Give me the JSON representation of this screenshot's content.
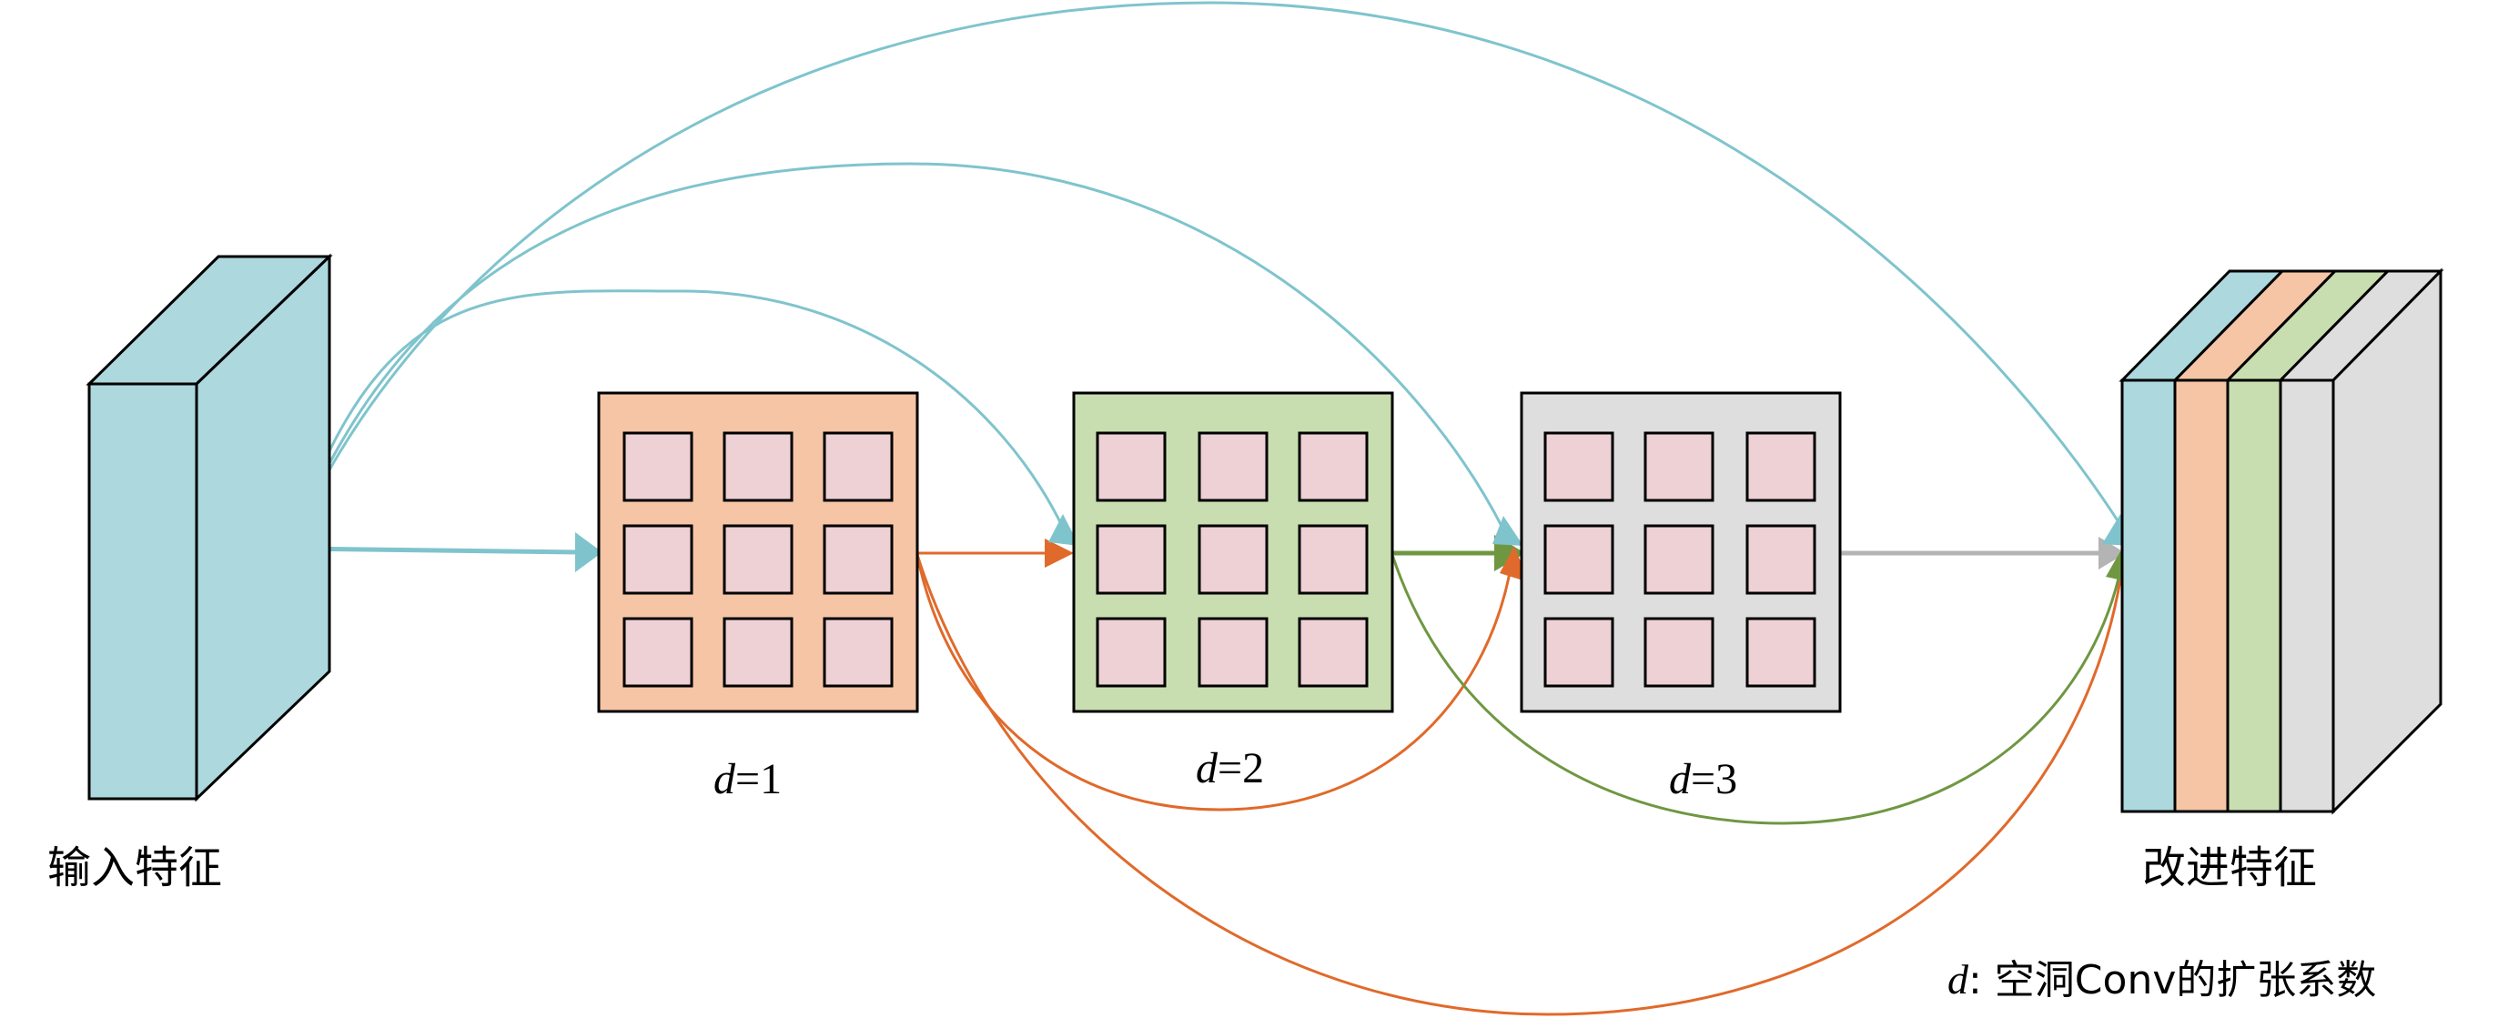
{
  "labels": {
    "input_feature": "输入特征",
    "output_feature": "改进特征",
    "d1": "=1",
    "d2": "=2",
    "d3": "=3",
    "d_symbol": "d",
    "legend_symbol": "d",
    "legend_text": ": 空洞Conv的扩张系数"
  },
  "colors": {
    "cyan_face": "#acd8de",
    "orange_face": "#f5c5a6",
    "green_face": "#c9deb0",
    "gray_face": "#dedede",
    "cell": "#eed1d5",
    "cyan_line": "#7fc4cd",
    "orange_line": "#e06a2b",
    "green_line": "#6f9742",
    "gray_line": "#b4b4b4",
    "outline": "#000000"
  }
}
